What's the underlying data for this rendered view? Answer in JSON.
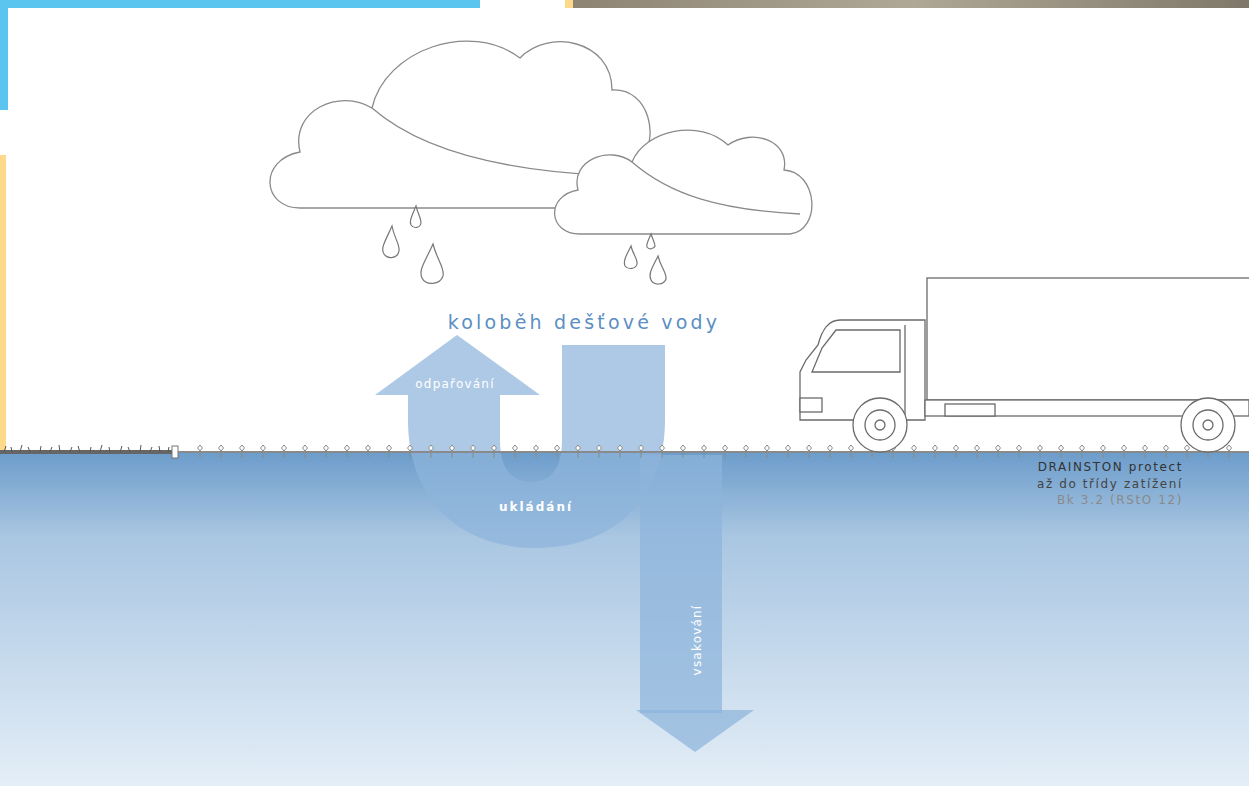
{
  "diagram": {
    "title": "koloběh dešťové vody",
    "labels": [
      "odpařování",
      "ukládání",
      "vsakování",
      "DRAINSTON protect",
      "až do třídy zatížení",
      "Bk 3.2 (RStO 12)"
    ]
  }
}
